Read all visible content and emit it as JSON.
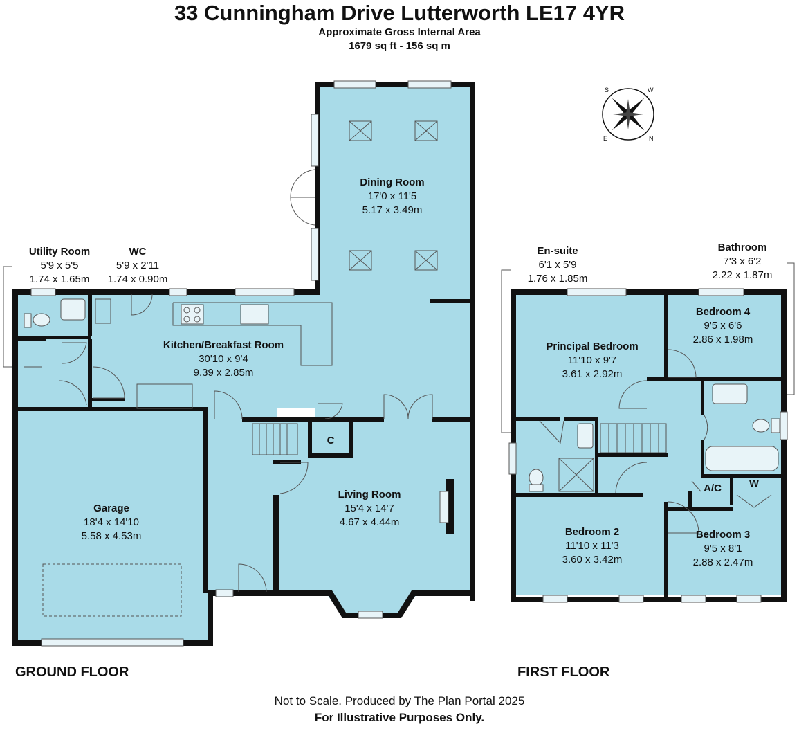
{
  "header": {
    "title": "33 Cunningham Drive Lutterworth LE17 4YR",
    "area_label": "Approximate Gross Internal Area",
    "area_value": "1679 sq ft - 156 sq m"
  },
  "colors": {
    "room_fill": "#a9dbe8",
    "wall": "#111111",
    "window": "#e8f4f8"
  },
  "ground_floor": {
    "label": "GROUND FLOOR",
    "rooms": [
      {
        "key": "dining",
        "name": "Dining Room",
        "imperial": "17'0 x 11'5",
        "metric": "5.17 x 3.49m"
      },
      {
        "key": "utility",
        "name": "Utility Room",
        "imperial": "5'9 x 5'5",
        "metric": "1.74 x 1.65m"
      },
      {
        "key": "wc",
        "name": "WC",
        "imperial": "5'9 x 2'11",
        "metric": "1.74 x 0.90m"
      },
      {
        "key": "kitchen",
        "name": "Kitchen/Breakfast Room",
        "imperial": "30'10 x 9'4",
        "metric": "9.39 x 2.85m"
      },
      {
        "key": "garage",
        "name": "Garage",
        "imperial": "18'4 x 14'10",
        "metric": "5.58 x 4.53m"
      },
      {
        "key": "living",
        "name": "Living Room",
        "imperial": "15'4 x 14'7",
        "metric": "4.67 x 4.44m"
      }
    ],
    "cupboard": "C"
  },
  "first_floor": {
    "label": "FIRST FLOOR",
    "rooms": [
      {
        "key": "ensuite",
        "name": "En-suite",
        "imperial": "6'1 x 5'9",
        "metric": "1.76 x 1.85m"
      },
      {
        "key": "bathroom",
        "name": "Bathroom",
        "imperial": "7'3 x 6'2",
        "metric": "2.22 x 1.87m"
      },
      {
        "key": "principal",
        "name": "Principal Bedroom",
        "imperial": "11'10 x 9'7",
        "metric": "3.61 x 2.92m"
      },
      {
        "key": "bed4",
        "name": "Bedroom 4",
        "imperial": "9'5 x 6'6",
        "metric": "2.86 x 1.98m"
      },
      {
        "key": "bed2",
        "name": "Bedroom 2",
        "imperial": "11'10 x 11'3",
        "metric": "3.60 x 3.42m"
      },
      {
        "key": "bed3",
        "name": "Bedroom 3",
        "imperial": "9'5 x 8'1",
        "metric": "2.88 x 2.47m"
      }
    ],
    "airing_cupboard": "A/C",
    "wardrobe": "W"
  },
  "compass": {
    "letters": [
      "S",
      "W",
      "N",
      "E"
    ]
  },
  "footer": {
    "line1": "Not to Scale. Produced by The Plan Portal 2025",
    "line2": "For Illustrative Purposes Only."
  }
}
